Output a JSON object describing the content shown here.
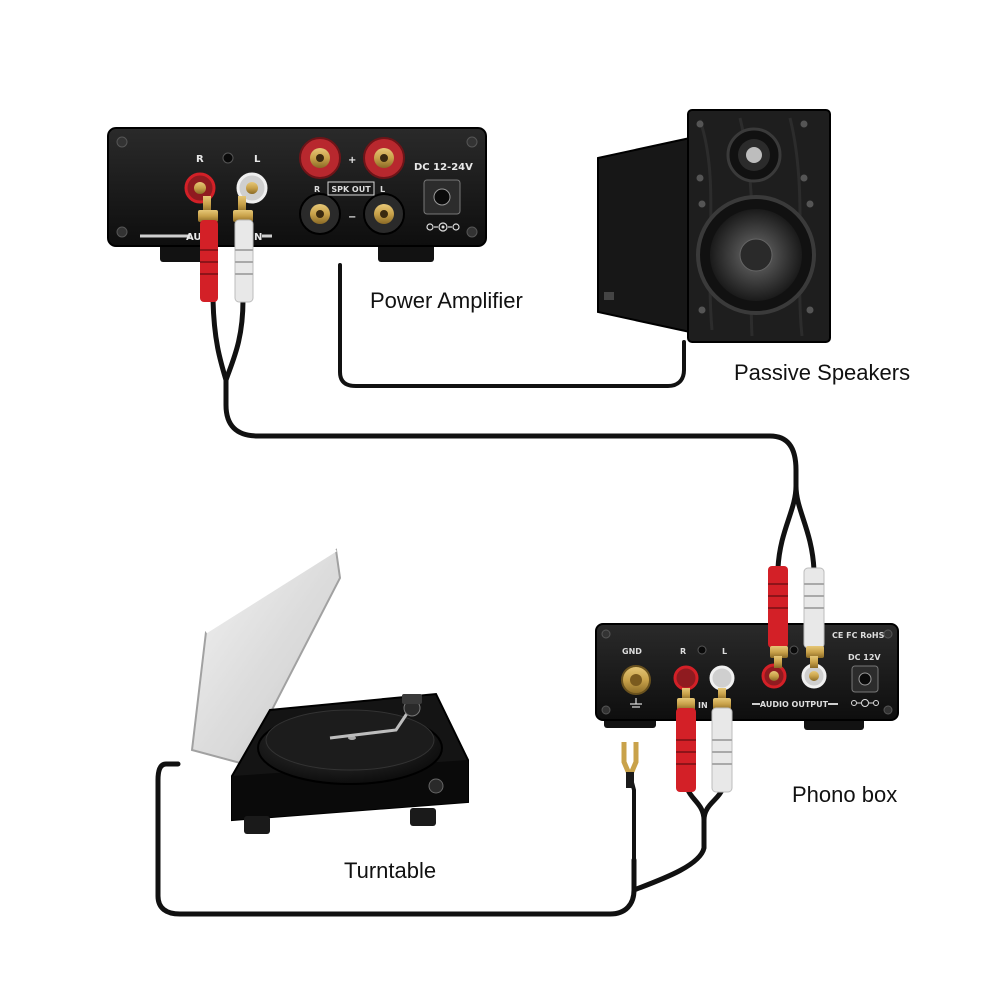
{
  "labels": {
    "power_amplifier": "Power Amplifier",
    "passive_speakers": "Passive Speakers",
    "phono_box": "Phono box",
    "turntable": "Turntable"
  },
  "amplifier_panel": {
    "channel_r": "R",
    "channel_l": "L",
    "plus": "+",
    "minus": "−",
    "speaker_out": "SPK OUT",
    "dc_input": "DC 12-24V",
    "audio_in_partial": "AU",
    "in_partial": "N"
  },
  "phono_panel": {
    "gnd": "GND",
    "channel_r": "R",
    "channel_l": "L",
    "input_partial": "IN",
    "audio_output": "AUDIO OUTPUT",
    "dc_input": "DC 12V",
    "certifications": "CE FC RoHS"
  },
  "colors": {
    "device_body": "#141414",
    "cable": "#111111",
    "rca_red": "#d32027",
    "rca_white": "#e8e8e8",
    "terminal_red": "#b8282e",
    "gold": "#c9a24a",
    "speaker_wood": "#1e1e1e"
  }
}
